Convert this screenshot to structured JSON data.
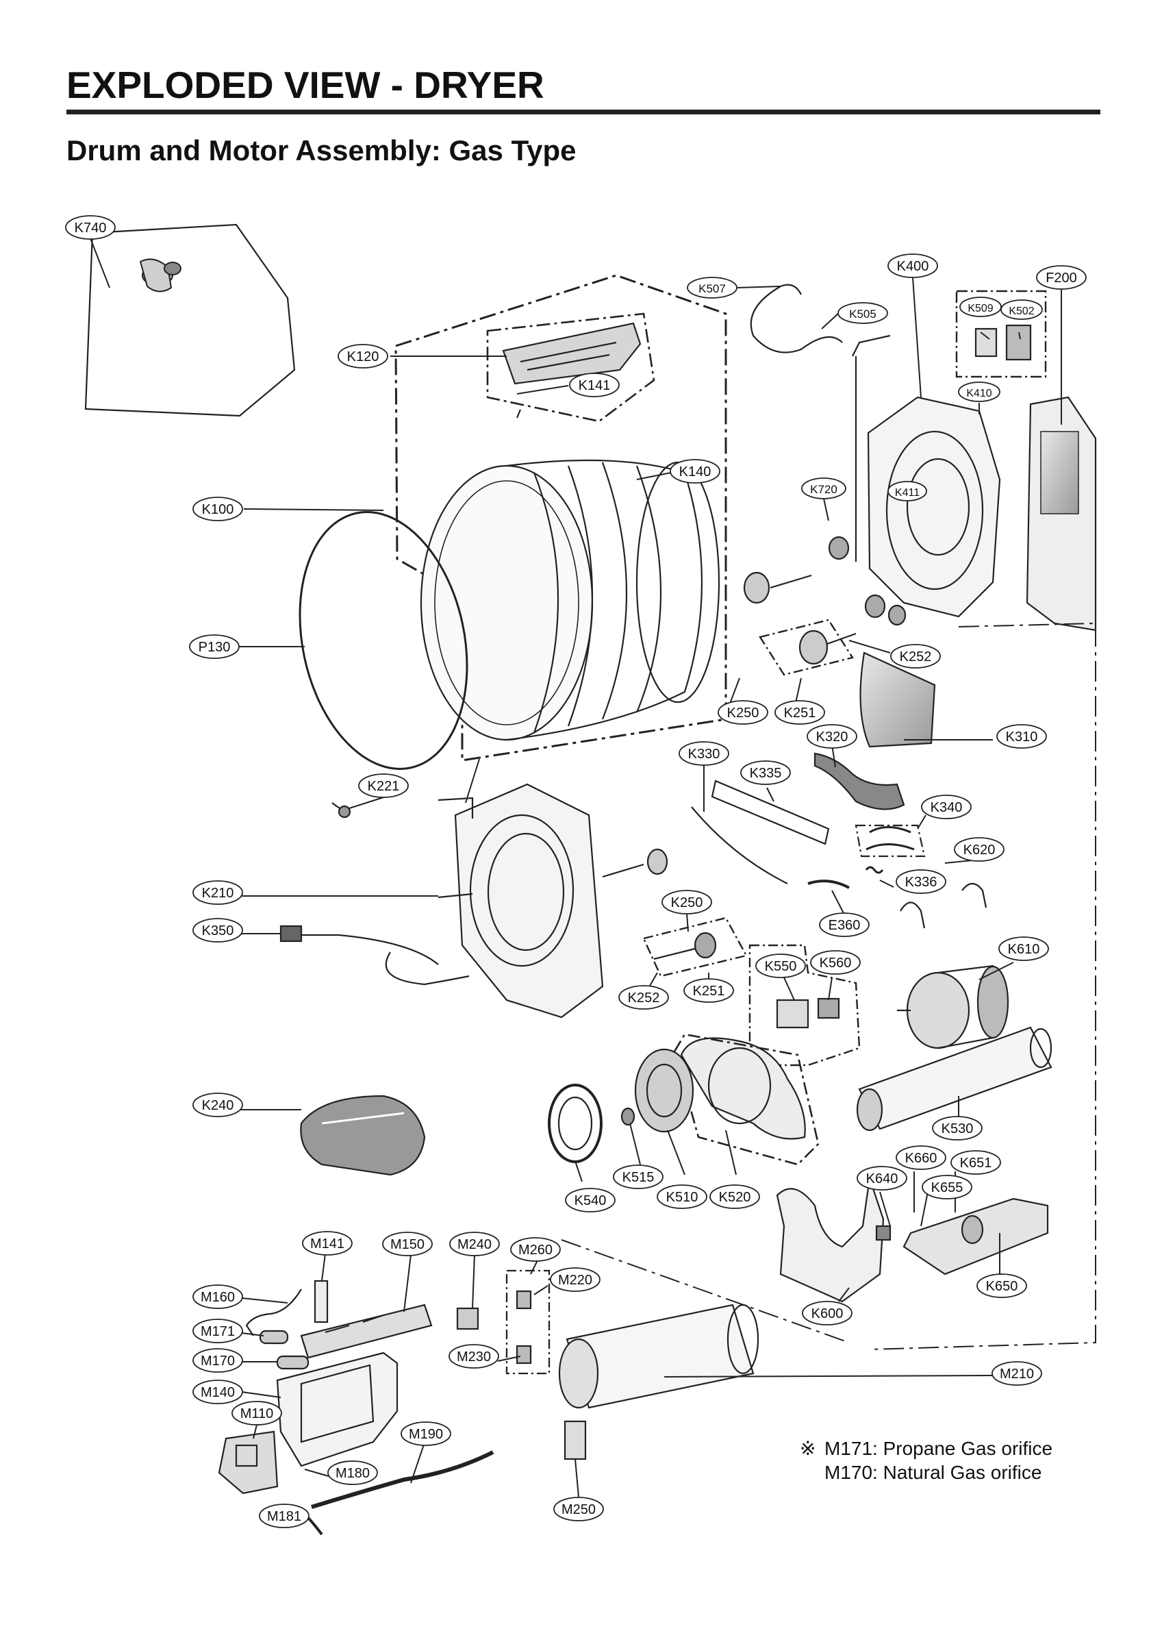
{
  "header": {
    "title": "EXPLODED VIEW - DRYER",
    "subtitle": "Drum and Motor Assembly: Gas Type"
  },
  "labels": {
    "K740": "K740",
    "K400": "K400",
    "F200": "F200",
    "K507": "K507",
    "K505": "K505",
    "K509": "K509",
    "K502": "K502",
    "K410": "K410",
    "K120": "K120",
    "K141": "K141",
    "K140": "K140",
    "K720": "K720",
    "K411": "K411",
    "K100": "K100",
    "P130": "P130",
    "K252a": "K252",
    "K250a": "K250",
    "K251a": "K251",
    "K320": "K320",
    "K310": "K310",
    "K330": "K330",
    "K335": "K335",
    "K221": "K221",
    "K340": "K340",
    "K620": "K620",
    "K336": "K336",
    "K210": "K210",
    "K250b": "K250",
    "E360": "E360",
    "K350": "K350",
    "K610": "K610",
    "K550": "K550",
    "K560": "K560",
    "K252b": "K252",
    "K251b": "K251",
    "K240": "K240",
    "K530": "K530",
    "K660": "K660",
    "K651": "K651",
    "K640": "K640",
    "K655": "K655",
    "K515": "K515",
    "K510": "K510",
    "K520": "K520",
    "K540": "K540",
    "M141": "M141",
    "M150": "M150",
    "M240": "M240",
    "M260": "M260",
    "M220": "M220",
    "K650": "K650",
    "M160": "M160",
    "K600": "K600",
    "M171": "M171",
    "M170": "M170",
    "M230": "M230",
    "M210": "M210",
    "M140": "M140",
    "M110": "M110",
    "M190": "M190",
    "M180": "M180",
    "M181": "M181",
    "M250": "M250"
  },
  "notes": {
    "symbol": "※",
    "line1": "M171: Propane Gas orifice",
    "line2": "M170: Natural Gas orifice"
  }
}
